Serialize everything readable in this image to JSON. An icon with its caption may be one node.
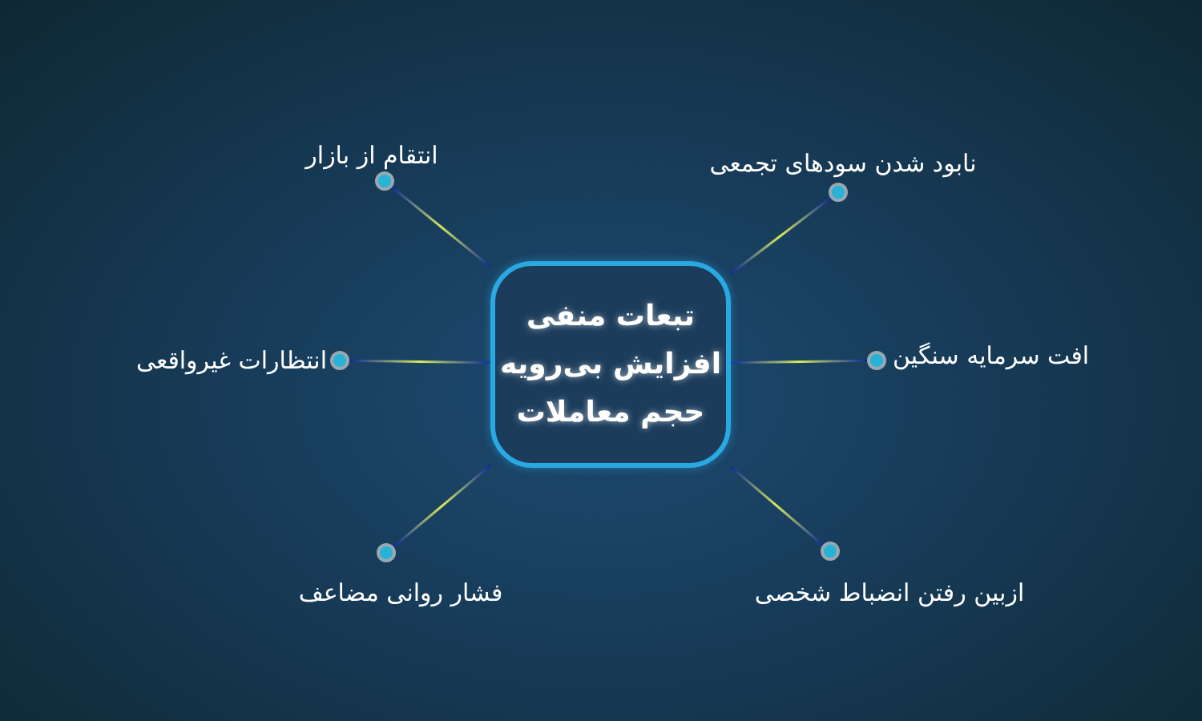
{
  "diagram": {
    "nodes": [
      {
        "text": [
          "تبعات منفی افزایش بی‌رویه حجم معاملات"
        ]
      },
      {
        "text": [],
        "shape": "circle",
        "beside": [
          "انتقام از بازار"
        ]
      },
      {
        "text": [],
        "shape": "circle",
        "beside": [
          "نابود شدن سودهای تجمعی"
        ]
      },
      {
        "text": [],
        "shape": "circle",
        "beside": [
          "انتظارات غیرواقعی"
        ]
      },
      {
        "text": [],
        "shape": "circle",
        "beside": [
          "افت سرمایه سنگین"
        ]
      },
      {
        "text": [],
        "shape": "circle",
        "beside": [
          "فشار روانی مضاعف"
        ]
      },
      {
        "text": [],
        "shape": "circle",
        "beside": [
          "ازبین رفتن انضباط شخصی"
        ]
      }
    ],
    "edges": [
      {
        "from": 0,
        "to": 1,
        "arrow": "none"
      },
      {
        "from": 0,
        "to": 2,
        "arrow": "none"
      },
      {
        "from": 0,
        "to": 3,
        "arrow": "none"
      },
      {
        "from": 0,
        "to": 4,
        "arrow": "none"
      },
      {
        "from": 0,
        "to": 5,
        "arrow": "none"
      },
      {
        "from": 0,
        "to": 6,
        "arrow": "none"
      }
    ]
  }
}
